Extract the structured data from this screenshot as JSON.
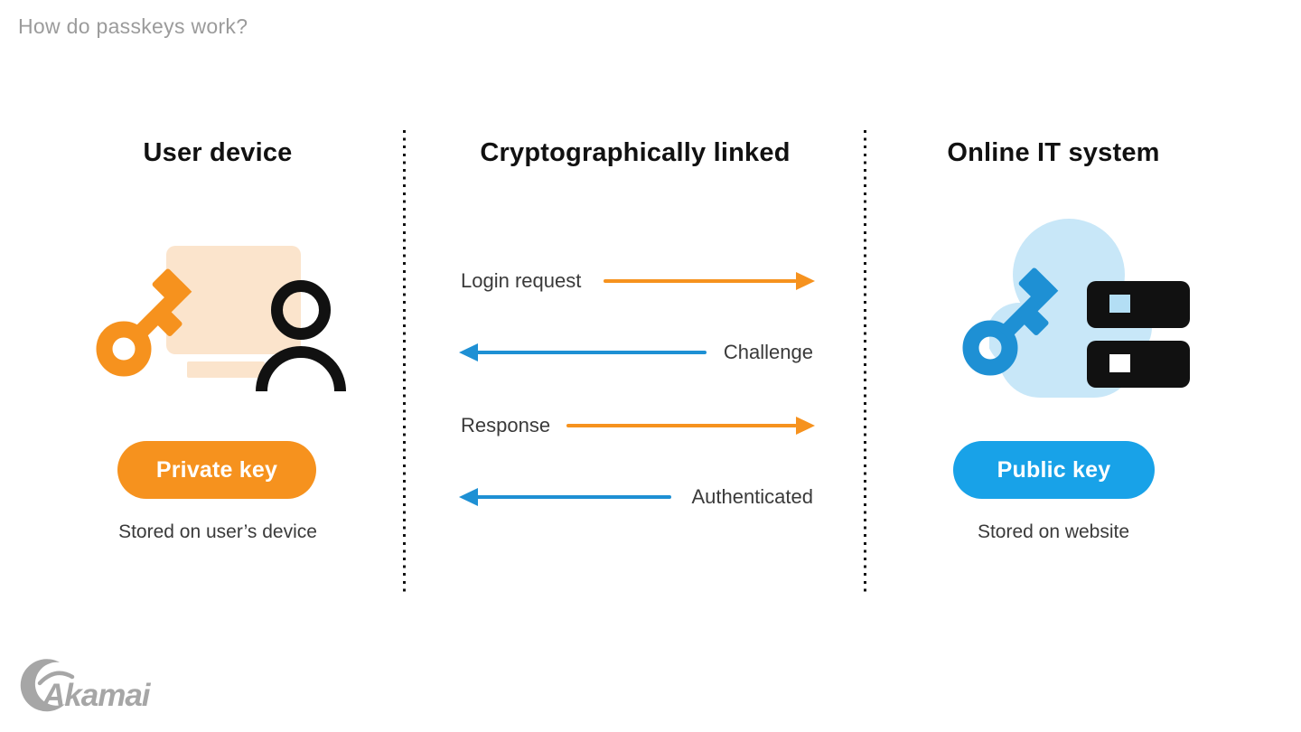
{
  "title": "How do passkeys work?",
  "colors": {
    "orange": "#F6921E",
    "peach": "#FBE4CC",
    "blue": "#18A2E8",
    "blue_dark": "#1E90D4",
    "cloud": "#C8E7F8",
    "server_window_blue": "#B3DEF4",
    "ink": "#111111",
    "title_gray": "#9B9B9B",
    "text": "#3A3A3A",
    "logo_gray": "#A6A6A6"
  },
  "columns": {
    "left": {
      "header": "User device",
      "badge": "Private key",
      "caption": "Stored on user’s device",
      "icons": [
        "key-icon",
        "device-screen-icon",
        "user-icon"
      ]
    },
    "middle": {
      "header": "Cryptographically linked",
      "messages": [
        {
          "label": "Login request",
          "direction": "right",
          "color": "orange"
        },
        {
          "label": "Challenge",
          "direction": "left",
          "color": "blue"
        },
        {
          "label": "Response",
          "direction": "right",
          "color": "orange"
        },
        {
          "label": "Authenticated",
          "direction": "left",
          "color": "blue"
        }
      ]
    },
    "right": {
      "header": "Online IT system",
      "badge": "Public key",
      "caption": "Stored on website",
      "icons": [
        "cloud-icon",
        "key-icon",
        "server-icon"
      ]
    }
  },
  "footer": {
    "brand": "Akamai",
    "icons": [
      "akamai-swoosh-icon"
    ]
  }
}
